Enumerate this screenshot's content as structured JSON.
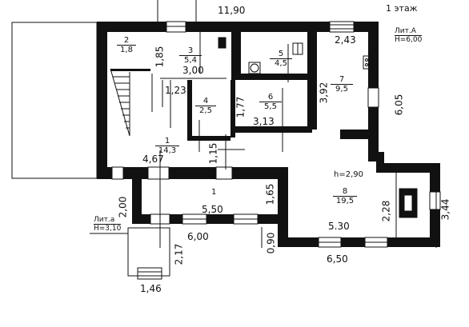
{
  "floor_label": "1 этаж",
  "overall_width": "11,90",
  "lit_main": {
    "name": "Лит.А",
    "height": "Н=6,00"
  },
  "lit_porch": {
    "name": "Лит.а",
    "height": "Н=3,10"
  },
  "rooms": [
    {
      "num": "2",
      "area": "1,8"
    },
    {
      "num": "3",
      "area": "5,4"
    },
    {
      "num": "5",
      "area": "4,5"
    },
    {
      "num": "7",
      "area": "9,5"
    },
    {
      "num": "4",
      "area": "2,5"
    },
    {
      "num": "6",
      "area": "5,5"
    },
    {
      "num": "1",
      "area": "14,3"
    },
    {
      "num": "8",
      "area": "19,5"
    }
  ],
  "porch_room_num": "1",
  "ceiling_note": "h=2,90",
  "dims": {
    "d243": "2,43",
    "d185": "1,85",
    "d300": "3,00",
    "d123": "1,23",
    "d392": "3,92",
    "d605": "6,05",
    "d177": "1,77",
    "d313": "3,13",
    "d467": "4,67",
    "d115": "1,15",
    "d165": "1,65",
    "d200": "2,00",
    "d550": "5,50",
    "d228": "2,28",
    "d344": "3,44",
    "d600": "6,00",
    "d530": "5.30",
    "d090": "0,90",
    "d217": "2,17",
    "d650": "6,50",
    "d146": "1,46"
  }
}
